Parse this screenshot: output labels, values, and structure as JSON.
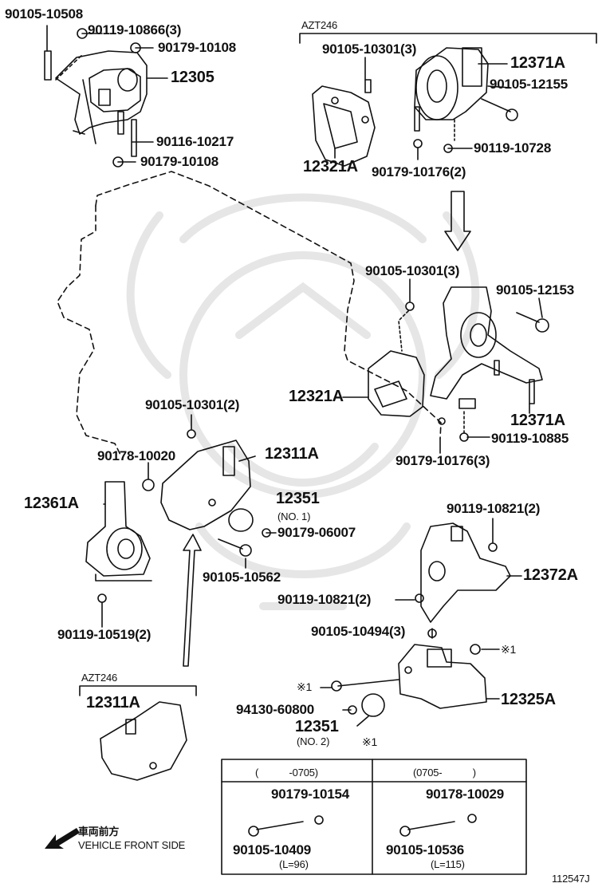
{
  "colors": {
    "ink": "#111111",
    "watermark": "#e6e6e6"
  },
  "icons": [
    "front-arrow-icon",
    "watermark-crest"
  ],
  "labels": {
    "p_90105_10508": "90105-10508",
    "p_90119_10866": "90119-10866(3)",
    "p_90179_10108_top": "90179-10108",
    "p_12305": "12305",
    "p_90116_10217": "90116-10217",
    "p_90179_10108_bot": "90179-10108",
    "azt246_top": "AZT246",
    "p_90105_10301_a": "90105-10301(3)",
    "p_12371A_top": "12371A",
    "p_90105_12155": "90105-12155",
    "p_12321A_top": "12321A",
    "p_90179_10176_2": "90179-10176(2)",
    "p_90119_10728": "90119-10728",
    "p_90105_10301_b": "90105-10301(3)",
    "p_90105_12153": "90105-12153",
    "p_12321A_mid": "12321A",
    "p_12371A_mid": "12371A",
    "p_90119_10885": "90119-10885",
    "p_90179_10176_3": "90179-10176(3)",
    "p_90105_10301_c": "90105-10301(2)",
    "p_90178_10020": "90178-10020",
    "p_12311A": "12311A",
    "p_12361A": "12361A",
    "p_12351_a": "12351",
    "no1": "(NO. 1)",
    "p_90179_06007": "90179-06007",
    "p_90105_10562": "90105-10562",
    "p_90119_10519": "90119-10519(2)",
    "p_90119_10821_a": "90119-10821(2)",
    "p_12372A": "12372A",
    "p_90119_10821_b": "90119-10821(2)",
    "p_90105_10494": "90105-10494(3)",
    "mark_x1_a": "※1",
    "mark_x1_b": "※1",
    "p_94130_60800": "94130-60800",
    "p_12325A": "12325A",
    "p_12351_b": "12351",
    "no2": "(NO. 2)",
    "mark_x1_c": "※1",
    "azt246_bot": "AZT246",
    "p_12311A_bot": "12311A",
    "vehicle_jp": "車両前方",
    "vehicle_en": "VEHICLE FRONT SIDE",
    "diagram_id": "112547J"
  },
  "table": {
    "col1_header": "(　　　-0705)",
    "col2_header": "(0705-　　　)",
    "col1_nut": "90179-10154",
    "col1_bolt": "90105-10409",
    "col1_len": "(L=96)",
    "col2_nut": "90178-10029",
    "col2_bolt": "90105-10536",
    "col2_len": "(L=115)"
  }
}
